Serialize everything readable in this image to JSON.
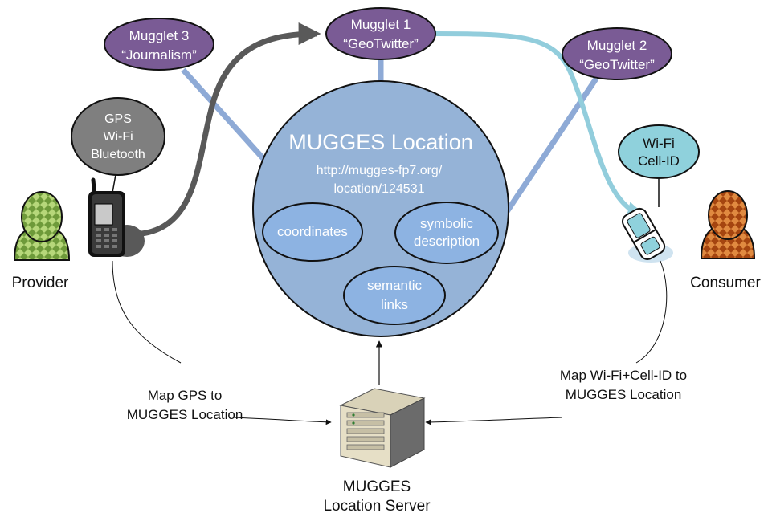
{
  "mugglets": {
    "m1": {
      "title": "Mugglet 1",
      "subtitle": "“GeoTwitter”"
    },
    "m2": {
      "title": "Mugglet 2",
      "subtitle": "“GeoTwitter”"
    },
    "m3": {
      "title": "Mugglet 3",
      "subtitle": "“Journalism”"
    }
  },
  "location": {
    "title": "MUGGES Location",
    "url_line1": "http://mugges-fp7.org/",
    "url_line2": "location/124531",
    "coordinates": "coordinates",
    "symbolic_line1": "symbolic",
    "symbolic_line2": "description",
    "semantic_line1": "semantic",
    "semantic_line2": "links"
  },
  "provider": {
    "label": "Provider",
    "tech_line1": "GPS",
    "tech_line2": "Wi-Fi",
    "tech_line3": "Bluetooth",
    "map_line1": "Map GPS to",
    "map_line2": "MUGGES Location"
  },
  "consumer": {
    "label": "Consumer",
    "tech_line1": "Wi-Fi",
    "tech_line2": "Cell-ID",
    "map_line1": "Map Wi-Fi+Cell-ID to",
    "map_line2": "MUGGES Location"
  },
  "server": {
    "label_line1": "MUGGES",
    "label_line2": "Location Server"
  },
  "colors": {
    "mugglet": "#7a5b95",
    "location_circle": "#95b3d7",
    "inner_ellipse": "#8db3e2",
    "connector": "#8eaad6",
    "provider_arrow": "#595959",
    "consumer_arrow": "#92cddc",
    "provider_bubble": "#7f7f7f",
    "consumer_bubble": "#8fd1dc"
  },
  "icons": [
    "provider-person-icon",
    "consumer-person-icon",
    "mobile-phone-icon",
    "flip-phone-icon",
    "server-icon"
  ]
}
